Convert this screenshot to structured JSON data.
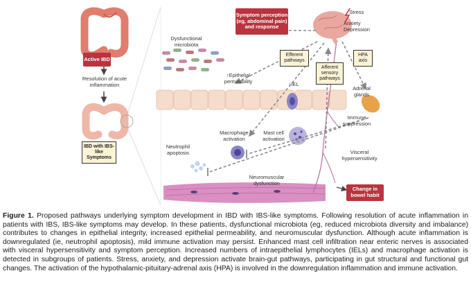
{
  "labels": {
    "active_ibd": "Active IBD",
    "resolution": "Resolution of acute inflammation",
    "ibd_ibs": "IBD with IBS-like Symptoms",
    "dysfunctional_microbiota": "Dysfunctional microbiota",
    "epithelial_permeability": "↑Epithelial permeability",
    "iel": "↑IEL",
    "macrophage_activation": "Macrophage activation",
    "mast_cell_activation": "Mast cell activation",
    "neutrophil_apoptosis": "Neutrophil apoptosis",
    "neuromuscular_dysfunction": "Neuromuscular dysfunction",
    "visceral_hypersensitivity": "Visceral hypersensitivity",
    "immune_suppression": "Immune suppression",
    "adrenal_glands": "Adrenal glands",
    "symptom_perception": "Symptom perception (eg, abdominal pain) and response",
    "stress": "Stress",
    "anxiety_depression": "Anxiety Depression",
    "efferent_pathways": "Efferent pathways",
    "afferent_pathways": "Afferent sensory pathways",
    "hpa_axis": "HPA axis",
    "bowel_habit": "Change in bowel habit"
  },
  "caption": {
    "label": "Figure 1.",
    "text": " Proposed pathways underlying symptom development in IBD with IBS-like symptoms. Following resolution of acute inflammation in patients with IBS, IBS-like symptoms may develop. In these patients, dysfunctional microbiota (eg, reduced microbiota diversity and imbalance) contributes to changes in epithelial integrity, increased epithelial permeability, and neuromuscular dysfunction. Although acute inflammation is downregulated (ie, neutrophil apoptosis), mild immune activation may persist. Enhanced mast cell infiltration near enteric nerves is associated with visceral hypersensitivity and symptom perception. Increased numbers of intraepithelial lymphocytes (IELs) and macrophage activation is detected in subgroups of patients. Stress, anxiety, and depression activate brain-gut pathways, participating in gut structural and functional gut changes. The activation of the hypothalamic-pituitary-adrenal axis (HPA) is involved in the downregulation inflammation and immune activation."
  },
  "colors": {
    "red_box": "#b9343f",
    "yellow_box": "#fbf3d6",
    "colon_active": "#e07d6e",
    "colon_resolved": "#efb7a8",
    "muscle": "#d98fc2",
    "epithelium": "#f6dccb",
    "brain": "#e9a7a0",
    "adrenal": "#e9a24a"
  }
}
